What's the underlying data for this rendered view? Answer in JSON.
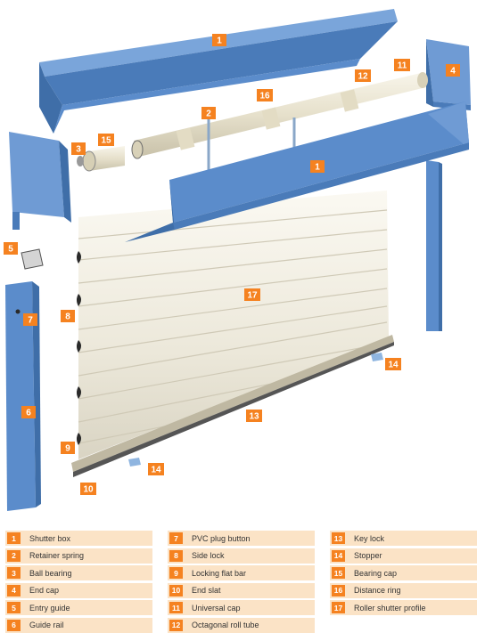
{
  "callouts": [
    "1",
    "1",
    "2",
    "3",
    "4",
    "5",
    "6",
    "7",
    "8",
    "9",
    "10",
    "11",
    "12",
    "13",
    "14",
    "14",
    "15",
    "16",
    "17"
  ],
  "legend": [
    {
      "num": "1",
      "label": "Shutter box"
    },
    {
      "num": "2",
      "label": "Retainer spring"
    },
    {
      "num": "3",
      "label": "Ball bearing"
    },
    {
      "num": "4",
      "label": "End cap"
    },
    {
      "num": "5",
      "label": "Entry guide"
    },
    {
      "num": "6",
      "label": "Guide rail"
    },
    {
      "num": "7",
      "label": "PVC plug button"
    },
    {
      "num": "8",
      "label": "Side lock"
    },
    {
      "num": "9",
      "label": "Locking flat bar"
    },
    {
      "num": "10",
      "label": "End slat"
    },
    {
      "num": "11",
      "label": "Universal cap"
    },
    {
      "num": "12",
      "label": "Octagonal roll tube"
    },
    {
      "num": "13",
      "label": "Key lock"
    },
    {
      "num": "14",
      "label": "Stopper"
    },
    {
      "num": "15",
      "label": "Bearing cap"
    },
    {
      "num": "16",
      "label": "Distance ring"
    },
    {
      "num": "17",
      "label": "Roller shutter profile"
    }
  ],
  "colors": {
    "steel_blue": "#5b8ccb",
    "steel_blue_dark": "#3f6ea8",
    "steel_blue_light": "#8db3e0",
    "slat_cream": "#f2efe4",
    "tube_cream": "#ede8d6",
    "callout_orange": "#f58220",
    "legend_bg": "#fbe3c6"
  }
}
